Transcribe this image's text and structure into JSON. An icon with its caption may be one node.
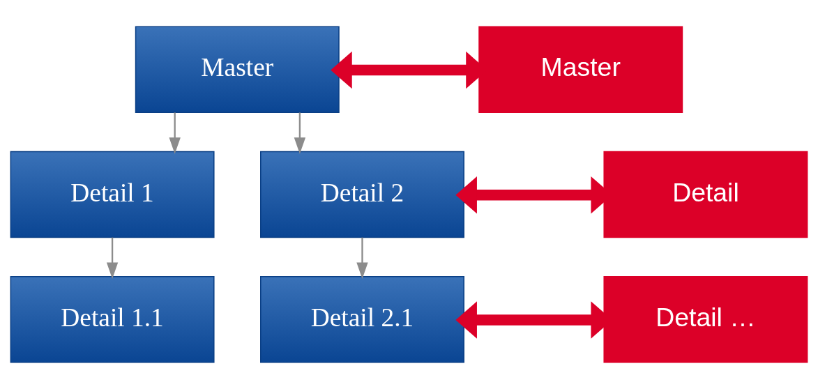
{
  "diagram": {
    "nodes": [
      {
        "text": [
          "Master"
        ]
      },
      {
        "text": [
          "Detail 1"
        ]
      },
      {
        "text": [
          "Detail 2"
        ]
      },
      {
        "text": [
          "Detail 1.1"
        ]
      },
      {
        "text": [
          "Detail 2.1"
        ]
      },
      {
        "text": [
          "Master"
        ]
      },
      {
        "text": [
          "Detail"
        ]
      },
      {
        "text": [
          "Detail …"
        ]
      }
    ],
    "edges": [
      {
        "from": 0,
        "to": 1,
        "arrow": "to"
      },
      {
        "from": 0,
        "to": 2,
        "arrow": "to"
      },
      {
        "from": 1,
        "to": 3,
        "arrow": "to"
      },
      {
        "from": 2,
        "to": 4,
        "arrow": "to"
      },
      {
        "from": 0,
        "to": 5,
        "arrow": "both",
        "style": "thick",
        "color": "#dc0028"
      },
      {
        "from": 2,
        "to": 6,
        "arrow": "both",
        "style": "thick",
        "color": "#dc0028"
      },
      {
        "from": 4,
        "to": 7,
        "arrow": "both",
        "style": "thick",
        "color": "#dc0028"
      }
    ]
  }
}
